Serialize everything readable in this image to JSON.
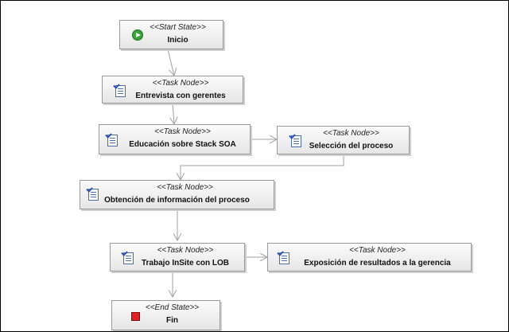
{
  "nodes": {
    "inicio": {
      "stereotype": "<<Start State>>",
      "name": "Inicio"
    },
    "entrevista": {
      "stereotype": "<<Task Node>>",
      "name": "Entrevista con gerentes"
    },
    "educacion": {
      "stereotype": "<<Task Node>>",
      "name": "Educación sobre Stack SOA"
    },
    "seleccion": {
      "stereotype": "<<Task Node>>",
      "name": "Selección del proceso"
    },
    "obtencion": {
      "stereotype": "<<Task Node>>",
      "name": "Obtención de información del proceso"
    },
    "trabajo": {
      "stereotype": "<<Task Node>>",
      "name": "Trabajo InSite con LOB"
    },
    "exposicion": {
      "stereotype": "<<Task Node>>",
      "name": "Exposición de resultados a la gerencia"
    },
    "fin": {
      "stereotype": "<<End State>>",
      "name": "Fin"
    }
  },
  "icons": {
    "start": "play-circle-icon",
    "task": "task-clipboard-icon",
    "end": "stop-square-icon"
  },
  "colors": {
    "edge": "#a0a0a0",
    "node_border": "#9a9a9a",
    "start_icon": "#3aa33a",
    "end_icon": "#dd2222",
    "task_icon": "#4a6fa5"
  }
}
